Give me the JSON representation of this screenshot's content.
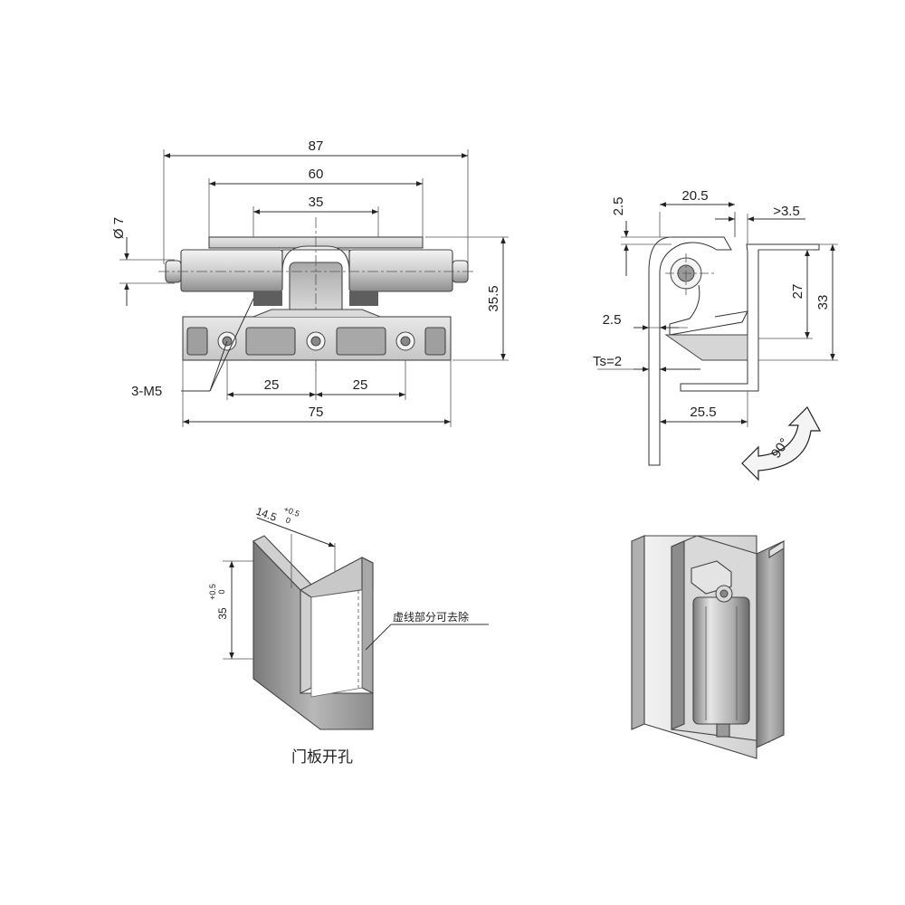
{
  "front_view": {
    "dim_overall_width": "87",
    "dim_pin_span": "60",
    "dim_slot_width": "35",
    "dim_pin_diameter": "Ø 7",
    "dim_height": "35.5",
    "dim_hole_pitch_left": "25",
    "dim_hole_pitch_right": "25",
    "dim_base_width": "75",
    "label_holes": "3-M5"
  },
  "side_view": {
    "dim_top_offset": "2.5",
    "dim_leaf_depth": "20.5",
    "dim_gap": ">3.5",
    "dim_inner_height": "27",
    "dim_outer_height": "33",
    "dim_mid_offset": "2.5",
    "dim_thickness": "Ts=2",
    "dim_bottom_width": "25.5",
    "rotation_angle": "90°"
  },
  "cutout_view": {
    "dim_width": "14.5",
    "dim_width_tol_upper": "+0.5",
    "dim_width_tol_lower": "0",
    "dim_height": "35",
    "dim_height_tol_upper": "+0.5",
    "dim_height_tol_lower": "0",
    "note": "虚线部分可去除",
    "caption": "门板开孔"
  },
  "colors": {
    "line": "#333333",
    "steel_light": "#e6e6e6",
    "steel_mid": "#b5b5b5",
    "steel_dark": "#6f6f6f"
  }
}
